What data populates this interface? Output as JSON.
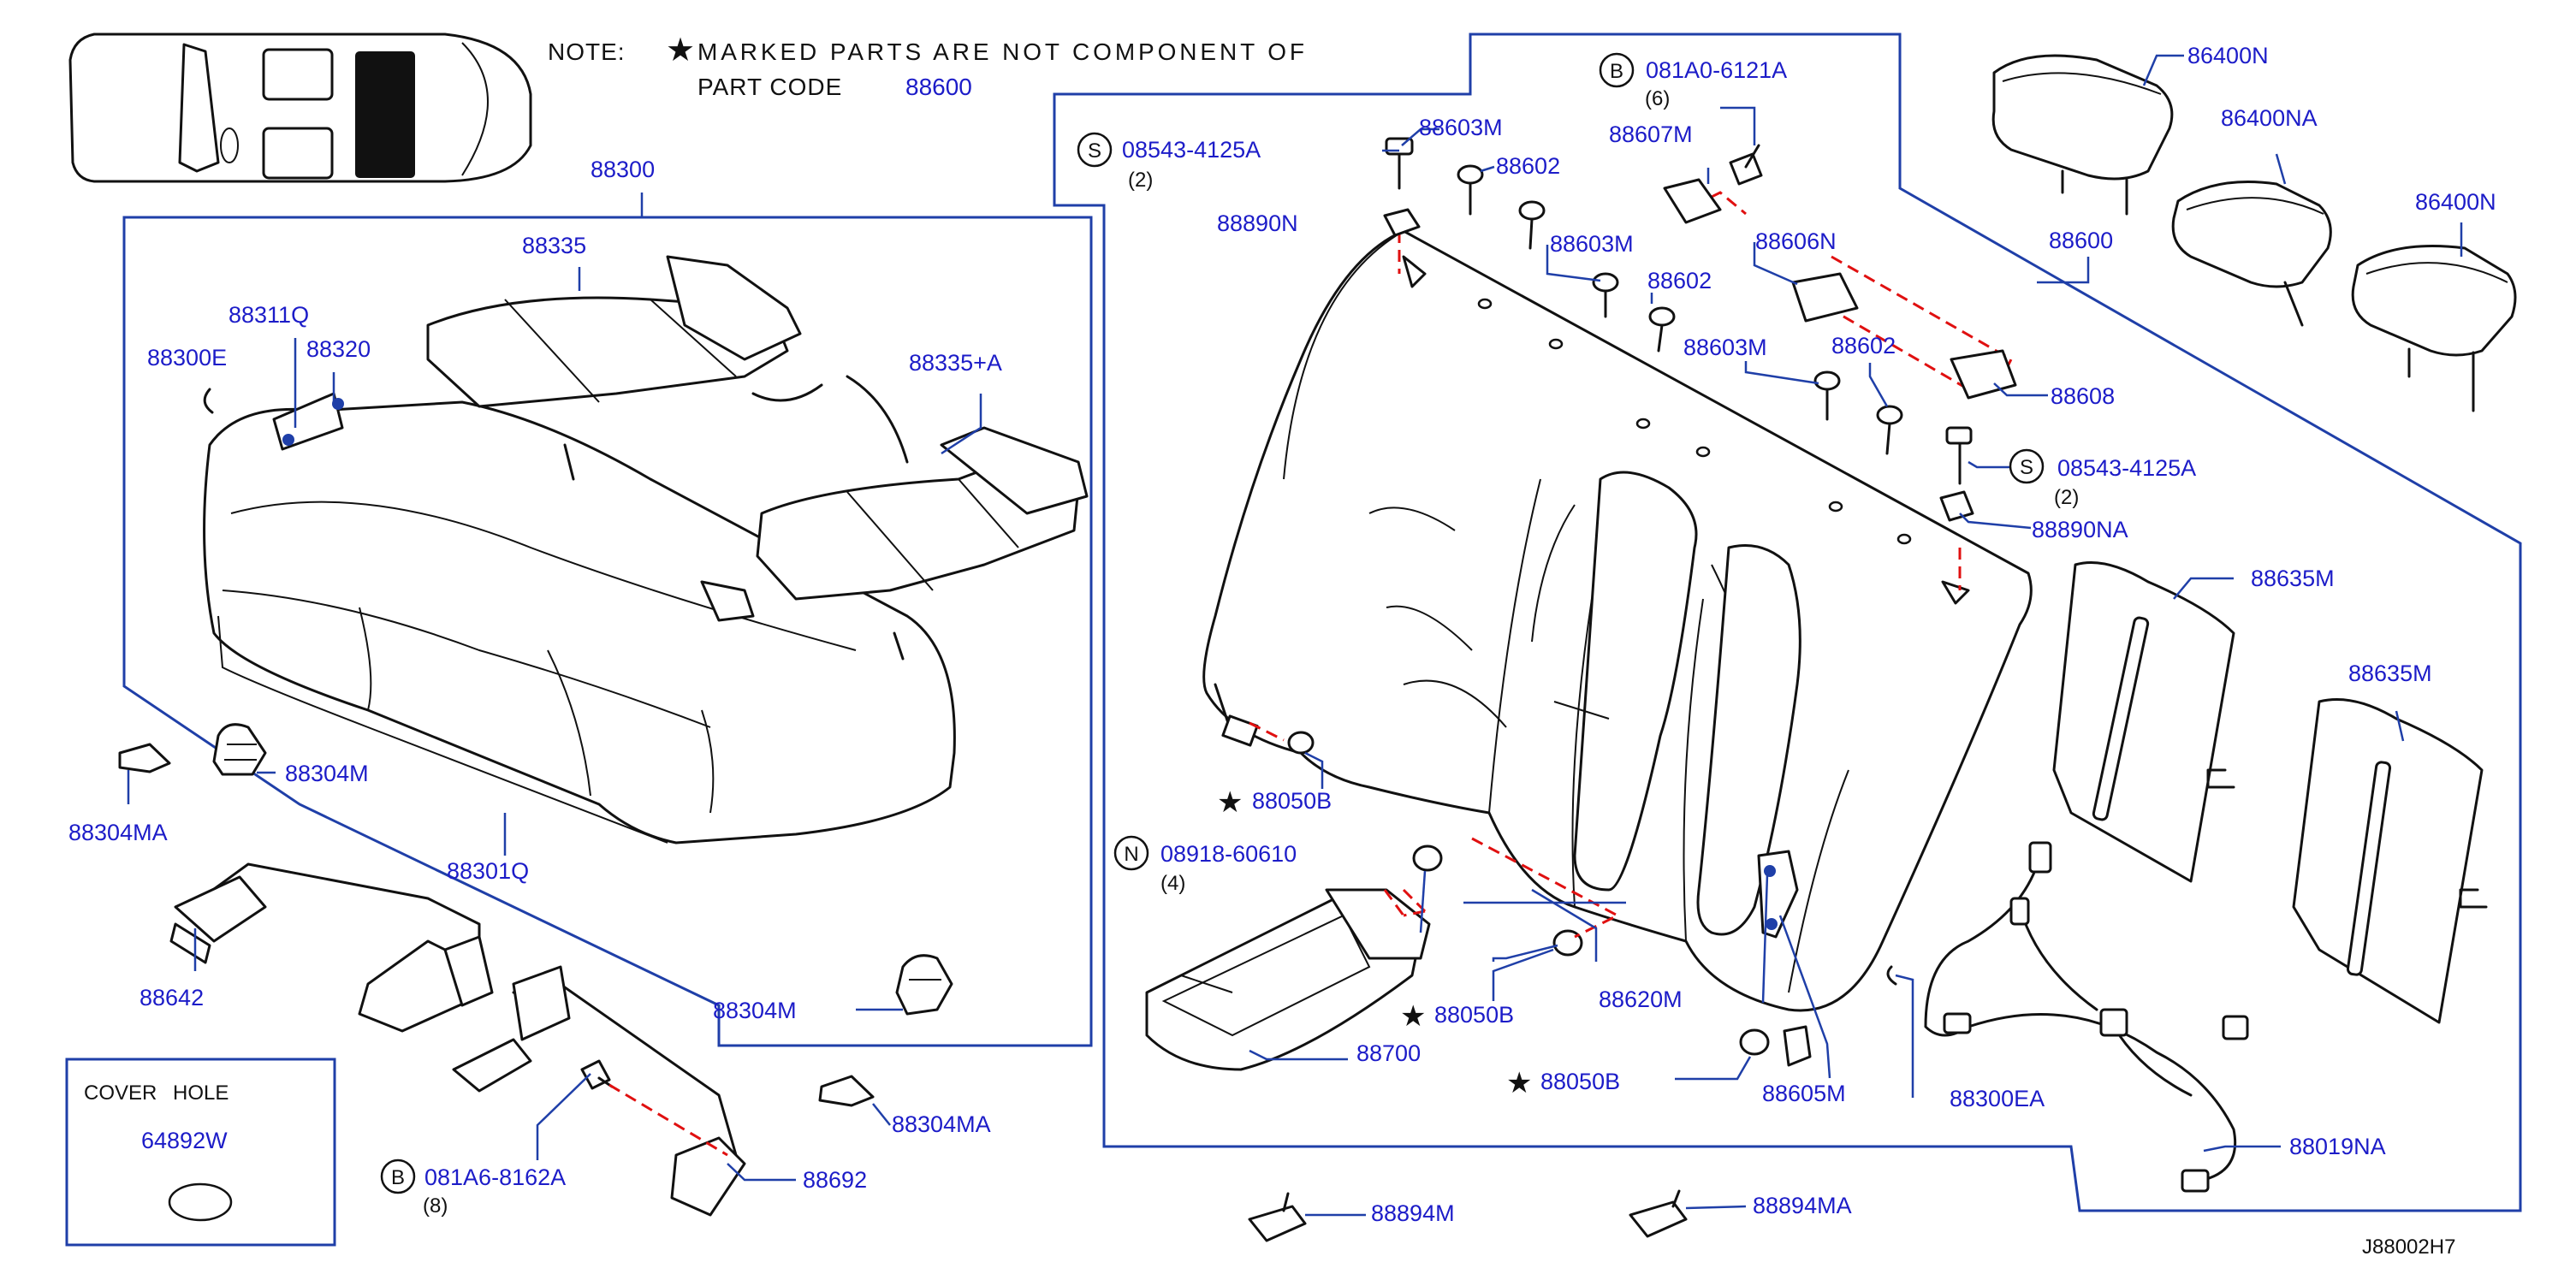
{
  "note": {
    "prefix": "NOTE:",
    "line1": "MARKED PARTS ARE NOT COMPONENT OF",
    "line2": "PART CODE",
    "code": "88600"
  },
  "cover_hole": {
    "title": "COVER HOLE",
    "part": "64892W"
  },
  "diagram_id": "J88002H7",
  "labels": {
    "p88300": "88300",
    "p88335": "88335",
    "p88311q": "88311Q",
    "p88320": "88320",
    "p88300e": "88300E",
    "p88335a": "88335+A",
    "p88304m_1": "88304M",
    "p88304ma_1": "88304MA",
    "p88301q": "88301Q",
    "p88642": "88642",
    "p88304m_2": "88304M",
    "p88304ma_2": "88304MA",
    "p88692": "88692",
    "b_081a6": "081A6-8162A",
    "b_081a6_qty": "(8)",
    "s_08543_1": "08543-4125A",
    "s_08543_1_qty": "(2)",
    "p88890n": "88890N",
    "p88603m_1": "88603M",
    "p88602_1": "88602",
    "b_081a0": "081A0-6121A",
    "b_081a0_qty": "(6)",
    "p88607m": "88607M",
    "p88603m_2": "88603M",
    "p88602_2": "88602",
    "p88606n": "88606N",
    "p88603m_3": "88603M",
    "p88602_3": "88602",
    "p88608": "88608",
    "s_08543_2": "08543-4125A",
    "s_08543_2_qty": "(2)",
    "p88890na": "88890NA",
    "p88050b_1": "88050B",
    "n_08918": "08918-60610",
    "n_08918_qty": "(4)",
    "p88050b_2": "88050B",
    "p88700": "88700",
    "p88620m": "88620M",
    "p88050b_3": "88050B",
    "p88605m": "88605M",
    "p88300ea": "88300EA",
    "p88894m": "88894M",
    "p88894ma": "88894MA",
    "p88600": "88600",
    "p86400n_1": "86400N",
    "p86400na": "86400NA",
    "p86400n_2": "86400N",
    "p88635m_1": "88635M",
    "p88635m_2": "88635M",
    "p88019na": "88019NA",
    "circ_b": "B",
    "circ_s": "S",
    "circ_n": "N"
  },
  "colors": {
    "label": "#1c1cc8",
    "frame": "#1f3fa8",
    "dash": "#e01010",
    "ink": "#111111"
  }
}
